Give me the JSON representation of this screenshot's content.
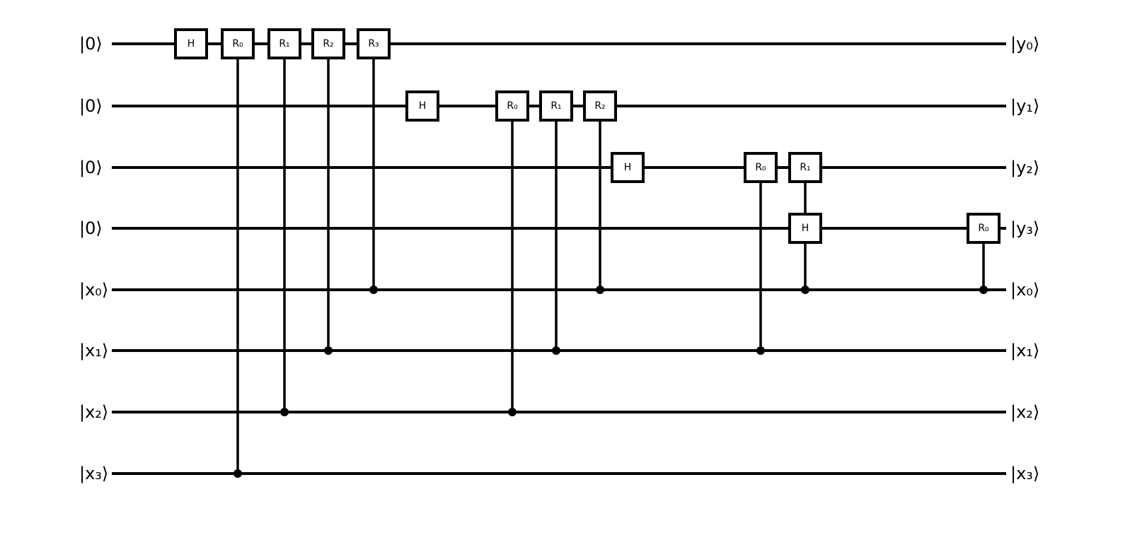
{
  "circuit": {
    "inputs": [
      "|0⟩",
      "|0⟩",
      "|0⟩",
      "|0⟩",
      "|x₀⟩",
      "|x₁⟩",
      "|x₂⟩",
      "|x₃⟩"
    ],
    "outputs": [
      "|y₀⟩",
      "|y₁⟩",
      "|y₂⟩",
      "|y₃⟩",
      "|x₀⟩",
      "|x₁⟩",
      "|x₂⟩",
      "|x₃⟩"
    ],
    "gates": [
      {
        "label": "H",
        "wire": 0,
        "step": 0
      },
      {
        "label": "R₀",
        "wire": 0,
        "step": 1,
        "control": 7
      },
      {
        "label": "R₁",
        "wire": 0,
        "step": 2,
        "control": 6
      },
      {
        "label": "R₂",
        "wire": 0,
        "step": 3,
        "control": 5
      },
      {
        "label": "R₃",
        "wire": 0,
        "step": 4,
        "control": 4
      },
      {
        "label": "H",
        "wire": 1,
        "step": 5
      },
      {
        "label": "R₀",
        "wire": 1,
        "step": 6,
        "control": 6
      },
      {
        "label": "R₁",
        "wire": 1,
        "step": 7,
        "control": 5
      },
      {
        "label": "R₂",
        "wire": 1,
        "step": 8,
        "control": 4
      },
      {
        "label": "H",
        "wire": 2,
        "step": 9
      },
      {
        "label": "R₀",
        "wire": 2,
        "step": 10,
        "control": 5
      },
      {
        "label": "R₁",
        "wire": 2,
        "step": 11,
        "control": 4
      },
      {
        "label": "H",
        "wire": 3,
        "step": 11
      },
      {
        "label": "R₀",
        "wire": 3,
        "step": 12,
        "control": 4
      }
    ]
  }
}
